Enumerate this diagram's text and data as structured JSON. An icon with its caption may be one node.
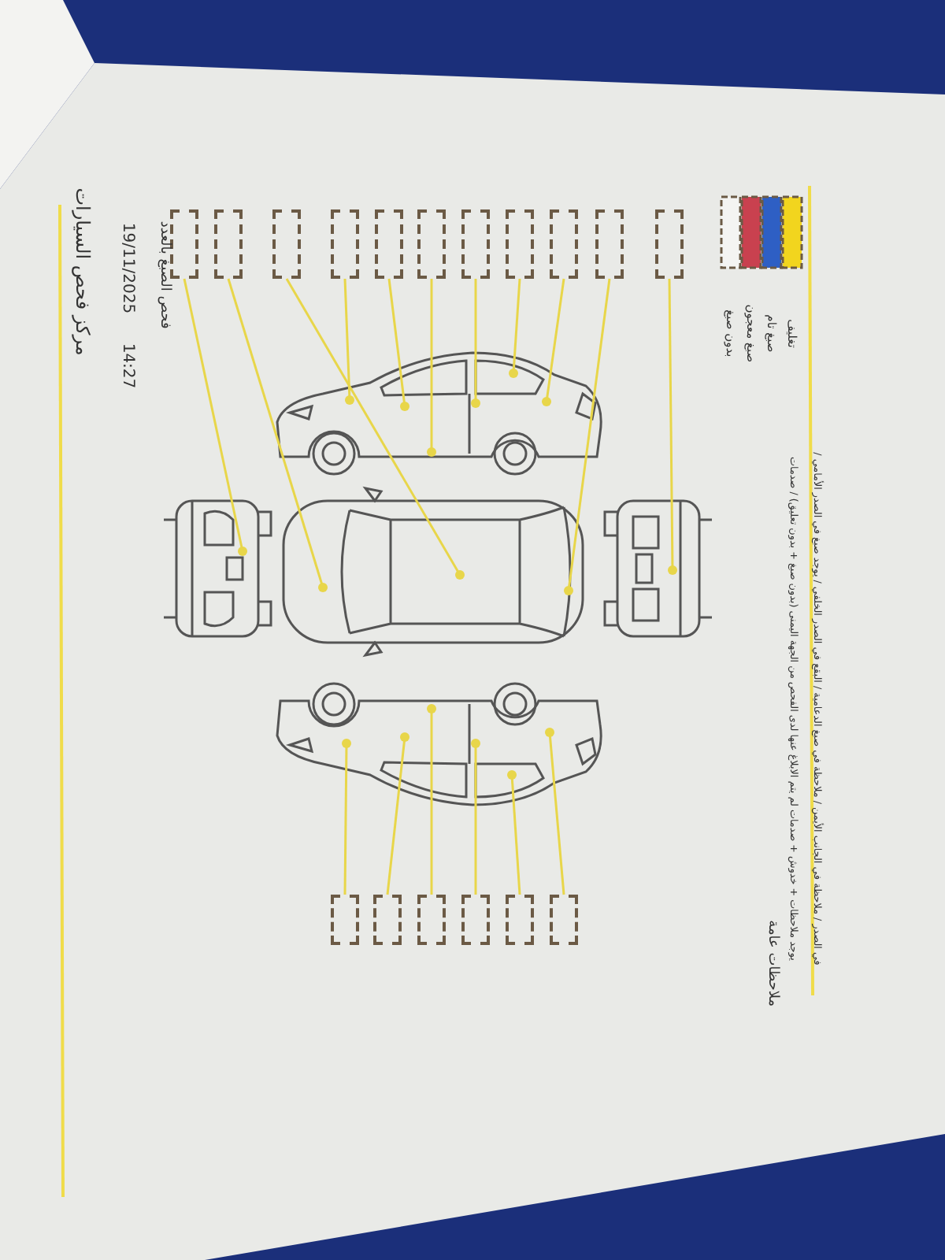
{
  "diagram": {
    "title": "مركز فحص السيارات",
    "nodes": [
      {
        "text": [],
        "shape": "box"
      },
      {
        "text": [],
        "shape": "box"
      },
      {
        "text": [],
        "shape": "box"
      },
      {
        "text": [],
        "shape": "box"
      },
      {
        "text": [],
        "shape": "box"
      },
      {
        "text": [],
        "shape": "box"
      },
      {
        "text": [],
        "shape": "box"
      },
      {
        "text": [],
        "shape": "box"
      },
      {
        "text": [],
        "shape": "box"
      },
      {
        "text": [],
        "shape": "box"
      },
      {
        "text": [],
        "shape": "box"
      },
      {
        "text": [],
        "shape": "box"
      },
      {
        "text": [],
        "shape": "box"
      },
      {
        "text": [],
        "shape": "box"
      },
      {
        "text": [],
        "shape": "box"
      },
      {
        "text": [],
        "shape": "box"
      },
      {
        "text": [],
        "shape": "box"
      }
    ],
    "edges": [
      {
        "from": 0,
        "to": null,
        "arrow": "other"
      },
      {
        "from": 1,
        "to": null,
        "arrow": "other"
      },
      {
        "from": 2,
        "to": null,
        "arrow": "other"
      },
      {
        "from": 3,
        "to": null,
        "arrow": "other"
      },
      {
        "from": 4,
        "to": null,
        "arrow": "other"
      },
      {
        "from": 5,
        "to": null,
        "arrow": "other"
      },
      {
        "from": 6,
        "to": null,
        "arrow": "other"
      },
      {
        "from": 7,
        "to": null,
        "arrow": "other"
      },
      {
        "from": 8,
        "to": null,
        "arrow": "other"
      },
      {
        "from": 9,
        "to": null,
        "arrow": "other"
      },
      {
        "from": 10,
        "to": null,
        "arrow": "other"
      },
      {
        "from": 11,
        "to": null,
        "arrow": "other"
      },
      {
        "from": 12,
        "to": null,
        "arrow": "other"
      },
      {
        "from": 13,
        "to": null,
        "arrow": "other"
      },
      {
        "from": 14,
        "to": null,
        "arrow": "other"
      },
      {
        "from": 15,
        "to": null,
        "arrow": "other"
      },
      {
        "from": 16,
        "to": null,
        "arrow": "other"
      }
    ],
    "labels": [
      "19/11/2025",
      "14:27",
      "فحص الصبغ بالعدد",
      "ملاحظات عامة",
      "يوجد ملاحظات + خدوش + صدمات لم يتم الابلاغ عنها لدى الفحص من الجهة اليمنى (بدون صبغ + بدون تعليق) / صدمات",
      "في الصدر / ملاحظة في الجانب الأيمن / ملاحظة في صبغ الدعامية / البقع في الصدر الخلفي / يوجد صبغ في الصدر الأمامي /"
    ],
    "legend": [
      {
        "text": "بدون صبغ",
        "color": "#f4f4f2"
      },
      {
        "text": "صبغ معجون",
        "color": "#c9414f"
      },
      {
        "text": "صبغ تام",
        "color": "#2e5fc4"
      },
      {
        "text": "تغليف",
        "color": "#f2d51e"
      }
    ]
  }
}
